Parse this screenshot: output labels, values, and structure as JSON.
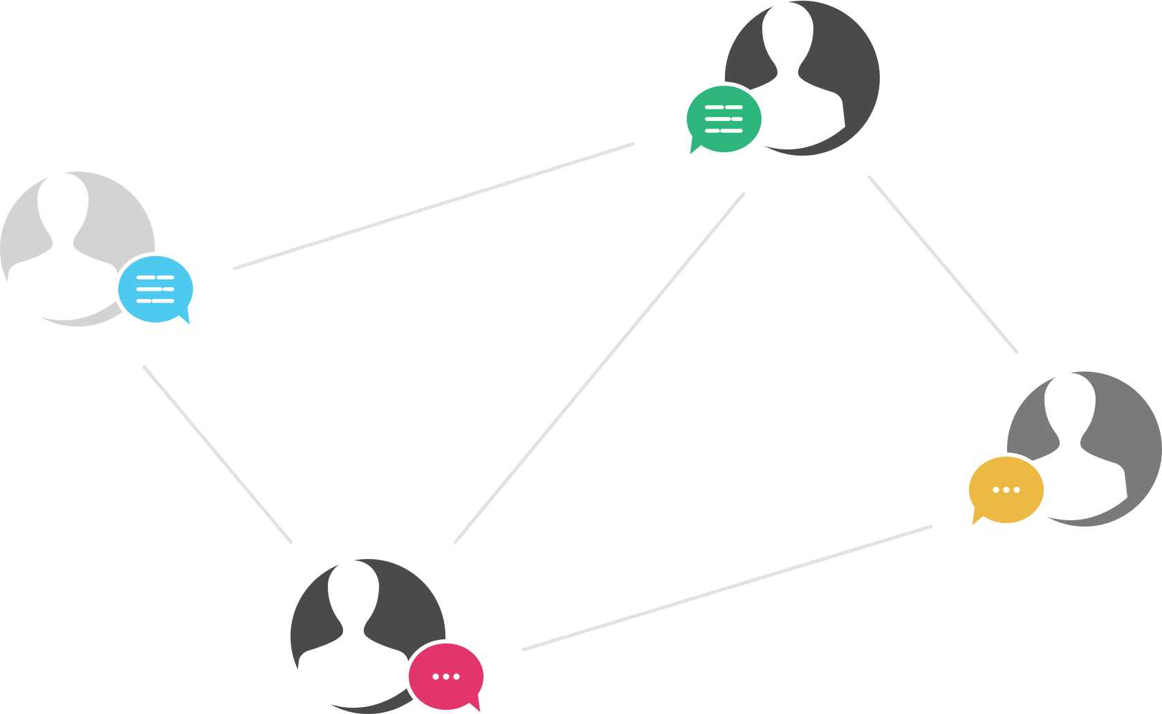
{
  "diagram": {
    "connector_color": "#e2e2e2",
    "users": [
      {
        "id": "user-top-left",
        "avatar_color": "#d3d3d3",
        "bubble": {
          "color": "#4ec9ef",
          "content": "text-lines",
          "tail": "right"
        }
      },
      {
        "id": "user-top-right",
        "avatar_color": "#4a4a4a",
        "bubble": {
          "color": "#2eb67d",
          "content": "text-lines",
          "tail": "left"
        }
      },
      {
        "id": "user-bottom-middle",
        "avatar_color": "#4a4a4a",
        "bubble": {
          "color": "#e2366a",
          "content": "typing-dots",
          "tail": "right"
        }
      },
      {
        "id": "user-right",
        "avatar_color": "#7a7a7a",
        "bubble": {
          "color": "#ecb943",
          "content": "typing-dots",
          "tail": "left"
        }
      }
    ],
    "connections": [
      {
        "from": "user-top-left",
        "to": "user-top-right"
      },
      {
        "from": "user-top-left",
        "to": "user-bottom-middle"
      },
      {
        "from": "user-top-right",
        "to": "user-bottom-middle"
      },
      {
        "from": "user-top-right",
        "to": "user-right"
      },
      {
        "from": "user-bottom-middle",
        "to": "user-right"
      }
    ]
  }
}
